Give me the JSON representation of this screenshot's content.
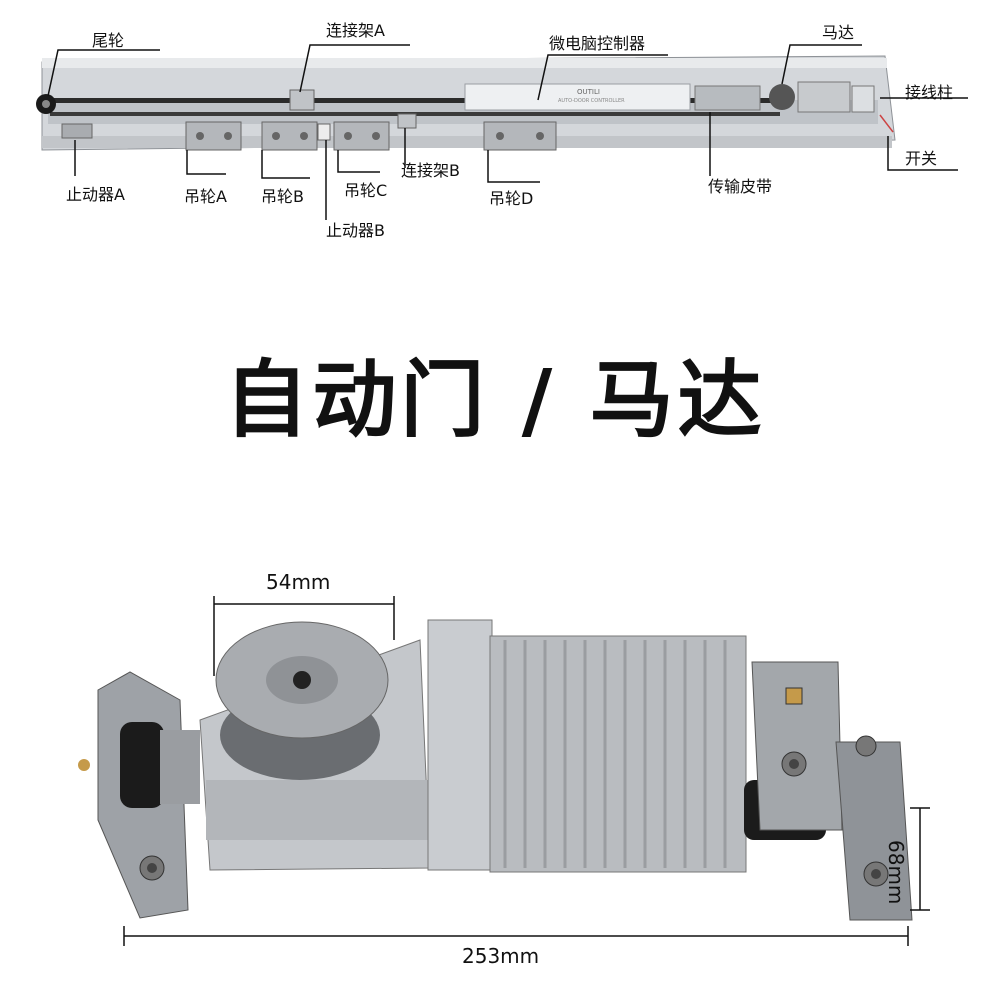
{
  "diagram": {
    "labels": {
      "tail_wheel": "尾轮",
      "bracket_a": "连接架A",
      "controller": "微电脑控制器",
      "motor": "马达",
      "terminal": "接线柱",
      "switch": "开关",
      "stopper_a": "止动器A",
      "pulley_a": "吊轮A",
      "pulley_b": "吊轮B",
      "pulley_c": "吊轮C",
      "stopper_b": "止动器B",
      "bracket_b": "连接架B",
      "pulley_d": "吊轮D",
      "belt": "传输皮带"
    },
    "controller_brand": "OUTILI",
    "controller_sub": "AUTO-DOOR CONTROLLER"
  },
  "title": "自动门 / 马达",
  "dimensions": {
    "pulley_width": "54mm",
    "length": "253mm",
    "height": "68mm"
  },
  "colors": {
    "rail": "#c9ccd0",
    "rail_dark": "#8e9297",
    "motor_body": "#b9bcc0",
    "steel": "#a6a9ad",
    "black": "#1a1a1a"
  }
}
